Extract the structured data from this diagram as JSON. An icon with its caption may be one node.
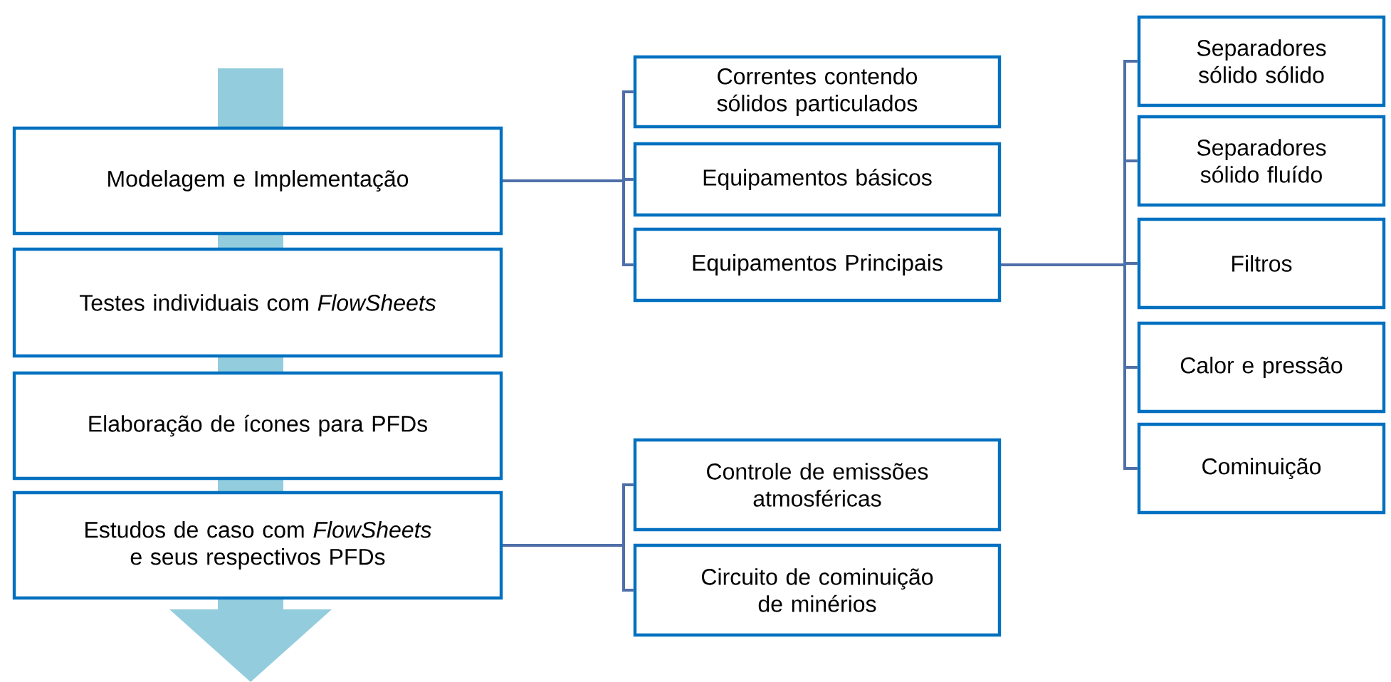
{
  "diagram": {
    "nodes": [
      {
        "text": [
          "Modelagem e Implementação"
        ]
      },
      {
        "text": [
          "Testes individuais com *FlowSheets*"
        ]
      },
      {
        "text": [
          "Elaboração de ícones para PFDs"
        ]
      },
      {
        "text": [
          "Estudos de caso com *FlowSheets* e seus respectivos PFDs"
        ]
      },
      {
        "text": [
          "Correntes contendo sólidos particulados"
        ]
      },
      {
        "text": [
          "Equipamentos básicos"
        ]
      },
      {
        "text": [
          "Equipamentos Principais"
        ]
      },
      {
        "text": [
          "Controle de emissões atmosféricas"
        ]
      },
      {
        "text": [
          "Circuito de cominuição de minérios"
        ]
      },
      {
        "text": [
          "Separadores sólido sólido"
        ]
      },
      {
        "text": [
          "Separadores sólido fluído"
        ]
      },
      {
        "text": [
          "Filtros"
        ]
      },
      {
        "text": [
          "Calor e pressão"
        ]
      },
      {
        "text": [
          "Cominuição"
        ]
      }
    ],
    "edges": [
      {
        "from": 0,
        "to": 4,
        "arrow": "none"
      },
      {
        "from": 0,
        "to": 5,
        "arrow": "none"
      },
      {
        "from": 0,
        "to": 6,
        "arrow": "none"
      },
      {
        "from": 3,
        "to": 7,
        "arrow": "none"
      },
      {
        "from": 3,
        "to": 8,
        "arrow": "none"
      },
      {
        "from": 6,
        "to": 9,
        "arrow": "none"
      },
      {
        "from": 6,
        "to": 10,
        "arrow": "none"
      },
      {
        "from": 6,
        "to": 11,
        "arrow": "none"
      },
      {
        "from": 6,
        "to": 12,
        "arrow": "none"
      },
      {
        "from": 6,
        "to": 13,
        "arrow": "none"
      }
    ]
  }
}
